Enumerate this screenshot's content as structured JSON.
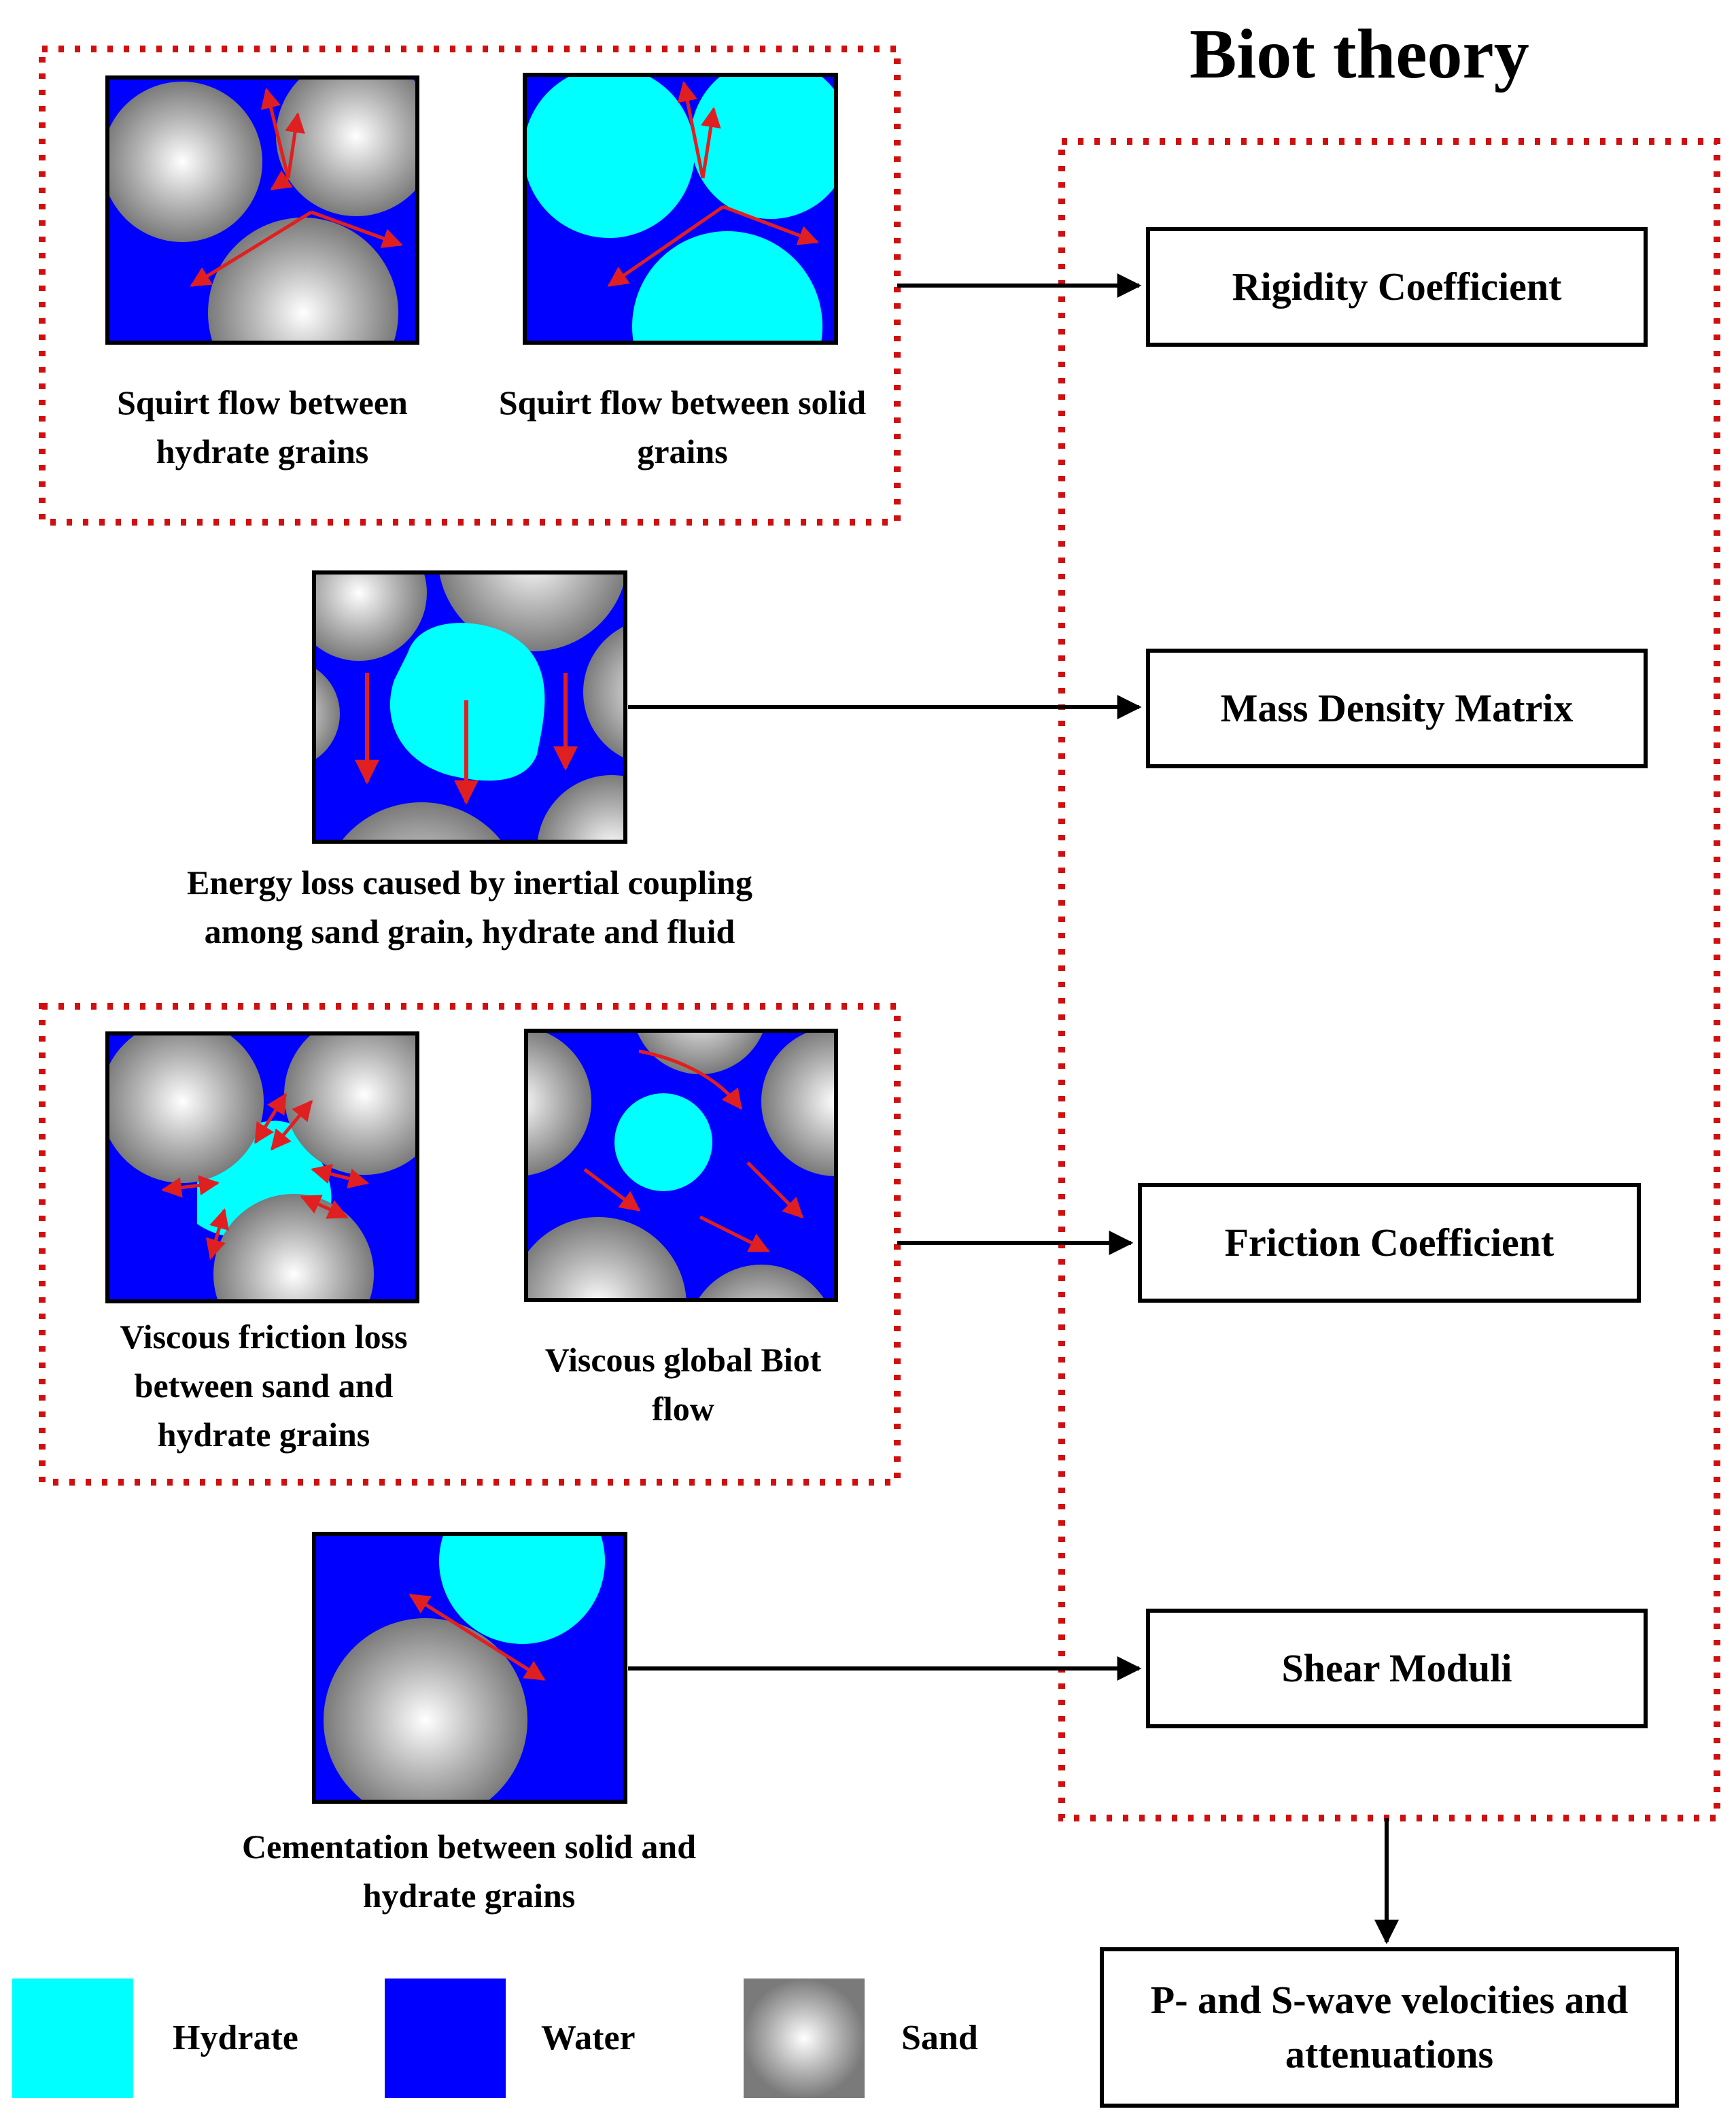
{
  "title": "Biot theory",
  "mechanisms": {
    "squirt_hydrate": "Squirt flow between hydrate grains",
    "squirt_solid": "Squirt flow between solid grains",
    "inertial_coupling": "Energy loss caused by inertial coupling among sand grain, hydrate and fluid",
    "viscous_friction": "Viscous friction loss between sand and hydrate grains",
    "viscous_biot": "Viscous global Biot flow",
    "cementation": "Cementation between solid and hydrate grains"
  },
  "parameters": {
    "rigidity": "Rigidity Coefficient",
    "mass_density": "Mass Density Matrix",
    "friction": "Friction Coefficient",
    "shear": "Shear Moduli"
  },
  "output": "P- and S-wave velocities and attenuations",
  "legend": {
    "hydrate": "Hydrate",
    "water": "Water",
    "sand": "Sand"
  },
  "colors": {
    "hydrate": "#00ffff",
    "water": "#0000ff",
    "sand_center": "#ffffff",
    "sand_edge": "#7a7a7a",
    "arrow": "#e02020",
    "dotted": "#d01010"
  }
}
